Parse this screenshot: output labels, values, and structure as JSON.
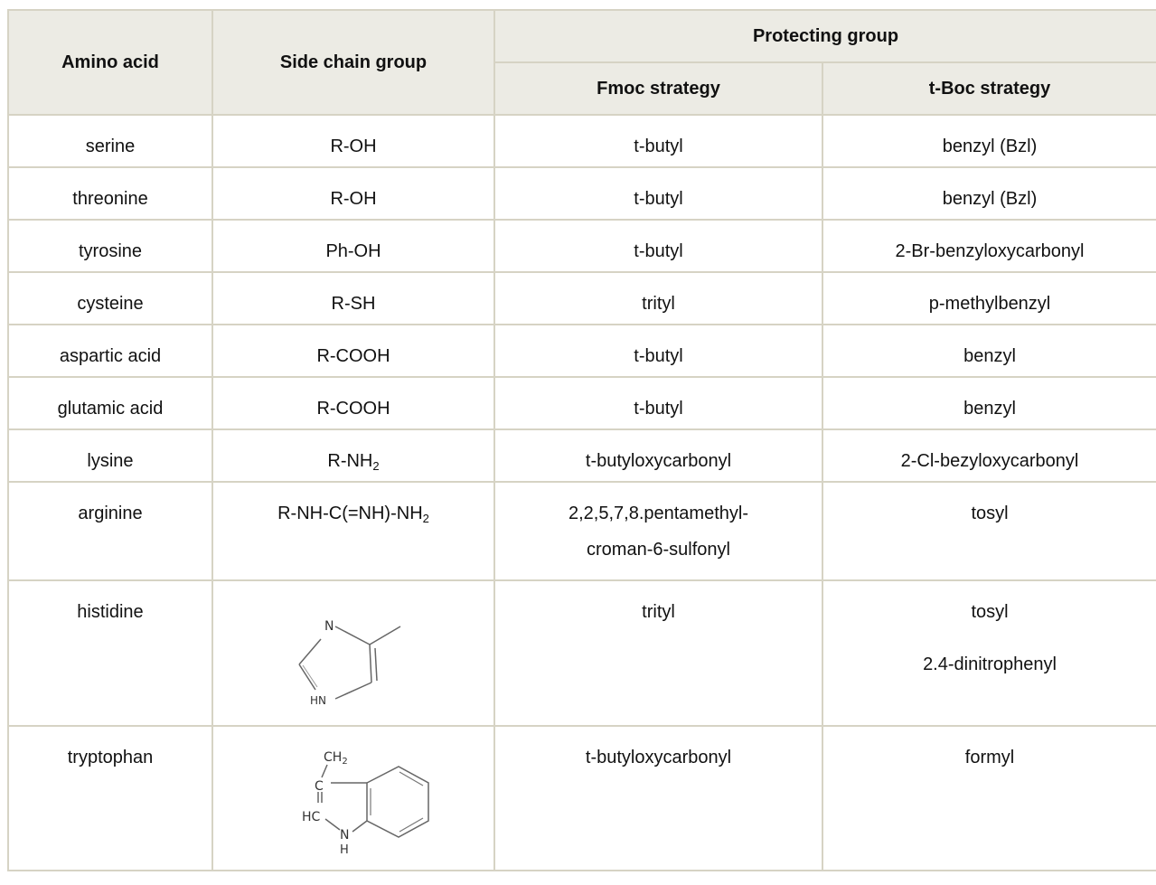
{
  "header": {
    "amino_acid": "Amino acid",
    "side_chain": "Side chain group",
    "protecting_group": "Protecting group",
    "fmoc": "Fmoc strategy",
    "tboc": "t-Boc strategy"
  },
  "rows": [
    {
      "amino": "serine",
      "side": "R-OH",
      "fmoc": "t-butyl",
      "tboc": "benzyl (Bzl)"
    },
    {
      "amino": "threonine",
      "side": "R-OH",
      "fmoc": "t-butyl",
      "tboc": "benzyl (Bzl)"
    },
    {
      "amino": "tyrosine",
      "side": "Ph-OH",
      "fmoc": "t-butyl",
      "tboc": "2-Br-benzyloxycarbonyl"
    },
    {
      "amino": "cysteine",
      "side": "R-SH",
      "fmoc": "trityl",
      "tboc": "p-methylbenzyl"
    },
    {
      "amino": "aspartic acid",
      "side": "R-COOH",
      "fmoc": "t-butyl",
      "tboc": "benzyl"
    },
    {
      "amino": "glutamic acid",
      "side": "R-COOH",
      "fmoc": "t-butyl",
      "tboc": "benzyl"
    },
    {
      "amino": "lysine",
      "side_main": "R-NH",
      "side_sub": "2",
      "fmoc": "t-butyloxycarbonyl",
      "tboc": "2-Cl-bezyloxycarbonyl"
    },
    {
      "amino": "arginine",
      "side_main": "R-NH-C(=NH)-NH",
      "side_sub": "2",
      "fmoc_line1": "2,2,5,7,8.pentamethyl-",
      "fmoc_line2": "croman-6-sulfonyl",
      "tboc": "tosyl"
    },
    {
      "amino": "histidine",
      "fmoc": "trityl",
      "tboc_line1": "tosyl",
      "tboc_line2": "2.4-dinitrophenyl",
      "struct_labels": {
        "n": "N",
        "hn": "HN"
      }
    },
    {
      "amino": "tryptophan",
      "fmoc": "t-butyloxycarbonyl",
      "tboc": "formyl",
      "struct_labels": {
        "ch2": "CH",
        "ch2_sub": "2",
        "c": "C",
        "hc": "HC",
        "n": "N",
        "h": "H"
      }
    }
  ]
}
